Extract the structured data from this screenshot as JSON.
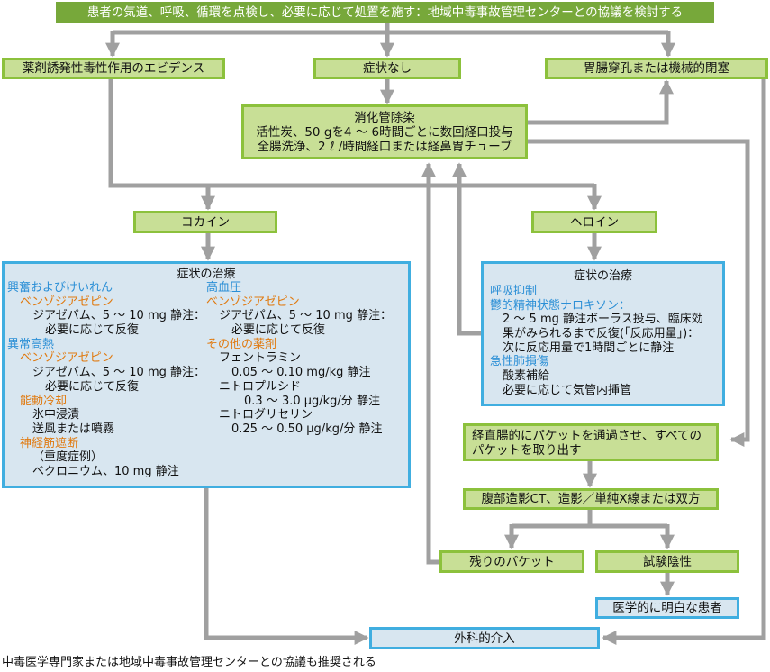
{
  "top": {
    "label": "患者の気道、呼吸、循環を点検し、必要に応じて処置を施す：地域中毒事故管理センターとの協議を検討する"
  },
  "branches": {
    "drug_toxicity": "薬剤誘発性毒性作用のエビデンス",
    "no_symptoms": "症状なし",
    "gi_perforation": "胃腸穿孔または機械的閉塞"
  },
  "decontamination": {
    "title": "消化管除染",
    "line1": "活性炭、50 gを4 ～ 6時間ごとに数回経口投与",
    "line2": "全腸洗浄、2 ℓ /時間経口または経鼻胃チューブ"
  },
  "cocaine": {
    "label": "コカイン",
    "treatment": {
      "title": "症状の治療",
      "left": [
        {
          "text": "興奮およびけいれん",
          "style": "blue",
          "indent": 0
        },
        {
          "text": "ベンゾジアゼピン",
          "style": "orange",
          "indent": 1
        },
        {
          "text": "ジアゼパム、5 ～ 10 mg 静注：",
          "style": "black",
          "indent": 2
        },
        {
          "text": "必要に応じて反復",
          "style": "black",
          "indent": 3
        },
        {
          "text": "異常高熱",
          "style": "blue",
          "indent": 0
        },
        {
          "text": "ベンゾジアゼピン",
          "style": "orange",
          "indent": 1
        },
        {
          "text": "ジアゼパム、5 ～ 10 mg 静注：",
          "style": "black",
          "indent": 2
        },
        {
          "text": "必要に応じて反復",
          "style": "black",
          "indent": 3
        },
        {
          "text": "能動冷却",
          "style": "orange",
          "indent": 1
        },
        {
          "text": "氷中浸漬",
          "style": "black",
          "indent": 2
        },
        {
          "text": "送風または噴霧",
          "style": "black",
          "indent": 2
        },
        {
          "text": "神経筋遮断",
          "style": "orange",
          "indent": 1
        },
        {
          "text": "（重度症例）",
          "style": "black",
          "indent": 2
        },
        {
          "text": "ベクロニウム、10 mg 静注",
          "style": "black",
          "indent": 2
        }
      ],
      "right": [
        {
          "text": "高血圧",
          "style": "blue",
          "indent": 0
        },
        {
          "text": "ベンゾジアゼピン",
          "style": "orange",
          "indent": 0
        },
        {
          "text": "ジアゼパム、5 ～ 10 mg 静注：",
          "style": "black",
          "indent": 1
        },
        {
          "text": "必要に応じて反復",
          "style": "black",
          "indent": 2
        },
        {
          "text": "その他の薬剤",
          "style": "orange",
          "indent": 0
        },
        {
          "text": "フェントラミン",
          "style": "black",
          "indent": 1
        },
        {
          "text": "0.05 ～ 0.10 mg/kg 静注",
          "style": "black",
          "indent": 2
        },
        {
          "text": "ニトロプルシド",
          "style": "black",
          "indent": 1
        },
        {
          "text": "0.3 ～ 3.0 μg/kg/分 静注",
          "style": "black",
          "indent": 3
        },
        {
          "text": "ニトログリセリン",
          "style": "black",
          "indent": 1
        },
        {
          "text": "0.25 ～ 0.50 μg/kg/分 静注",
          "style": "black",
          "indent": 2
        }
      ]
    }
  },
  "heroin": {
    "label": "ヘロイン",
    "treatment": {
      "title": "症状の治療",
      "lines": [
        {
          "text": "呼吸抑制",
          "style": "blue",
          "indent": 0
        },
        {
          "text": "鬱的精神状態ナロキソン：",
          "style": "blue",
          "indent": 0
        },
        {
          "text": "2 ～ 5 mg 静注ボーラス投与、臨床効",
          "style": "black",
          "indent": 1
        },
        {
          "text": "果がみられるまで反復(「反応用量」)：",
          "style": "black",
          "indent": 1
        },
        {
          "text": "次に反応用量で1時間ごとに静注",
          "style": "black",
          "indent": 1
        },
        {
          "text": "急性肺損傷",
          "style": "blue",
          "indent": 0
        },
        {
          "text": "酸素補給",
          "style": "black",
          "indent": 1
        },
        {
          "text": "必要に応じて気管内挿管",
          "style": "black",
          "indent": 1
        }
      ]
    }
  },
  "packet_passage": {
    "line1": "経直腸的にパケットを通過させ、すべての",
    "line2": "パケットを取り出す"
  },
  "imaging": "腹部造影CT、造影／単純X線または双方",
  "remaining_packets": "残りのパケット",
  "test_negative": "試験陰性",
  "medically_clear": "医学的に明白な患者",
  "surgery": "外科的介入",
  "footnote": "中毒医学専門家または地域中毒事故管理センターとの協議も推奨される",
  "colors": {
    "header_green": "#77a83a",
    "box_green_fill": "#c8df96",
    "box_green_border": "#8cc13c",
    "box_blue_fill": "#d8e6f0",
    "box_blue_border": "#40aee0",
    "connector_gray": "#a0a0a0",
    "heading_blue": "#2b8fd6",
    "heading_orange": "#e07a10"
  }
}
